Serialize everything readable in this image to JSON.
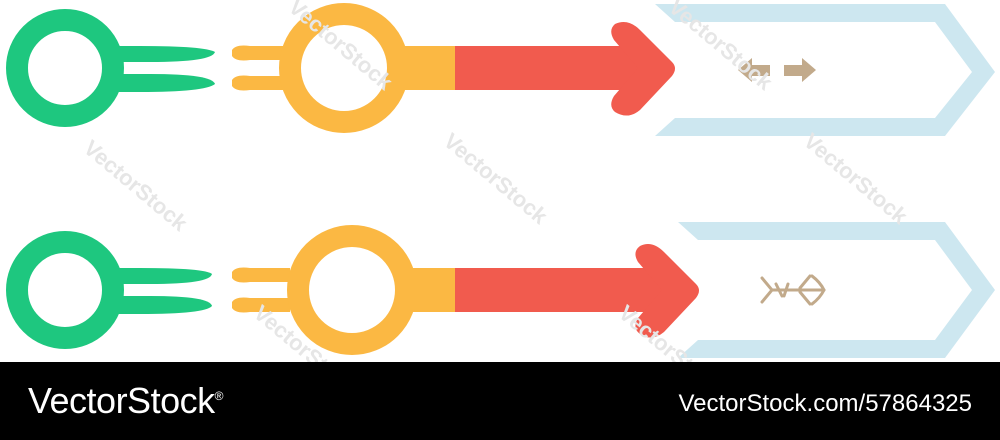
{
  "colors": {
    "green": "#1ec77f",
    "yellow": "#fbb843",
    "red": "#f15b4e",
    "chevron": "#cde7f0",
    "icon": "#c2aa8b",
    "footer_bg": "#000000",
    "footer_text": "#ffffff",
    "watermark": "#e6e6e6"
  },
  "rows": [
    {
      "name": "connect-row",
      "icon": "arrows-apart-icon"
    },
    {
      "name": "disconnect-row",
      "icon": "broken-link-icon"
    }
  ],
  "watermark_text": "VectorStock",
  "footer": {
    "brand": "VectorStock",
    "registered_mark": "®",
    "url": "VectorStock.com/57864325"
  }
}
